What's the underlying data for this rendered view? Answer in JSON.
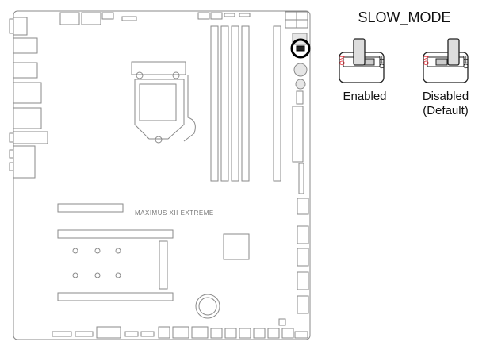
{
  "title": "SLOW_MODE",
  "board_label": "MAXIMUS XII EXTREME",
  "switches": [
    {
      "state": "Enabled",
      "sublabel": "",
      "on_label": "ON",
      "off_label": "OFF",
      "position": "on"
    },
    {
      "state": "Disabled",
      "sublabel": "(Default)",
      "on_label": "ON",
      "off_label": "OFF",
      "position": "off"
    }
  ],
  "colors": {
    "on": "#e0202a",
    "board_line": "#8a8a8a",
    "highlight": "#000000"
  }
}
